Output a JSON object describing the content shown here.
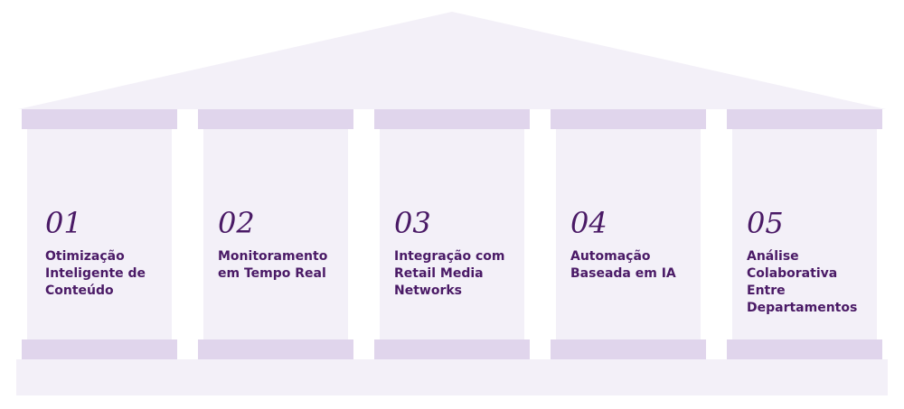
{
  "colors": {
    "roof": "#f3f0f8",
    "column_shaft": "#f3f0f8",
    "column_cap": "#e0d5ec",
    "foundation": "#f3f0f8",
    "text": "#4a1a66"
  },
  "pillars": [
    {
      "number": "01",
      "label": "Otimização\nInteligente de\nConteúdo"
    },
    {
      "number": "02",
      "label": "Monitoramento\nem Tempo Real"
    },
    {
      "number": "03",
      "label": "Integração com\nRetail Media\nNetworks"
    },
    {
      "number": "04",
      "label": "Automação\nBaseada em IA"
    },
    {
      "number": "05",
      "label": "Análise\nColaborativa\nEntre\nDepartamentos"
    }
  ]
}
